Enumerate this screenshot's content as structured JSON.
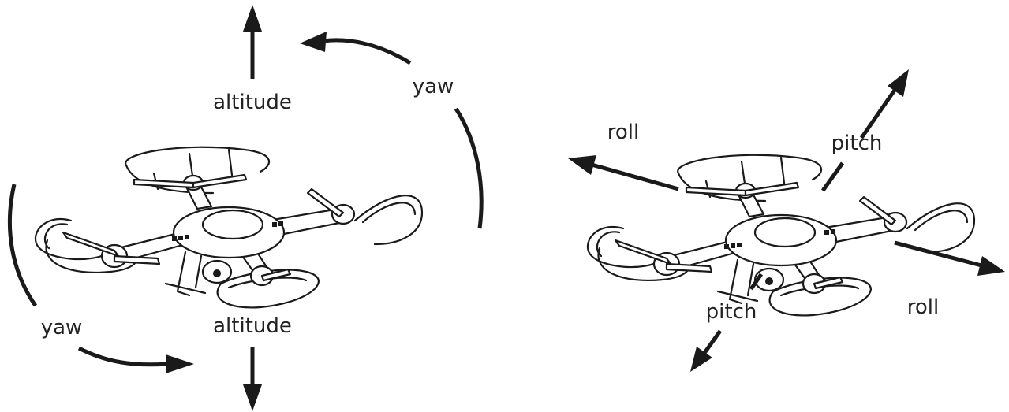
{
  "left_panel": {
    "altitude_top_label": "altitude",
    "altitude_bottom_label": "altitude",
    "yaw_top_label": "yaw",
    "yaw_bottom_label": "yaw"
  },
  "right_panel": {
    "roll_left_label": "roll",
    "roll_right_label": "roll",
    "pitch_top_label": "pitch",
    "pitch_bottom_label": "pitch"
  },
  "colors": {
    "ink": "#1a1a1a",
    "background": "#ffffff"
  },
  "icons": [
    "quadcopter-drone-illustration",
    "arrow-up-icon",
    "arrow-down-icon",
    "curved-arrow-icon",
    "diagonal-arrow-icon"
  ]
}
